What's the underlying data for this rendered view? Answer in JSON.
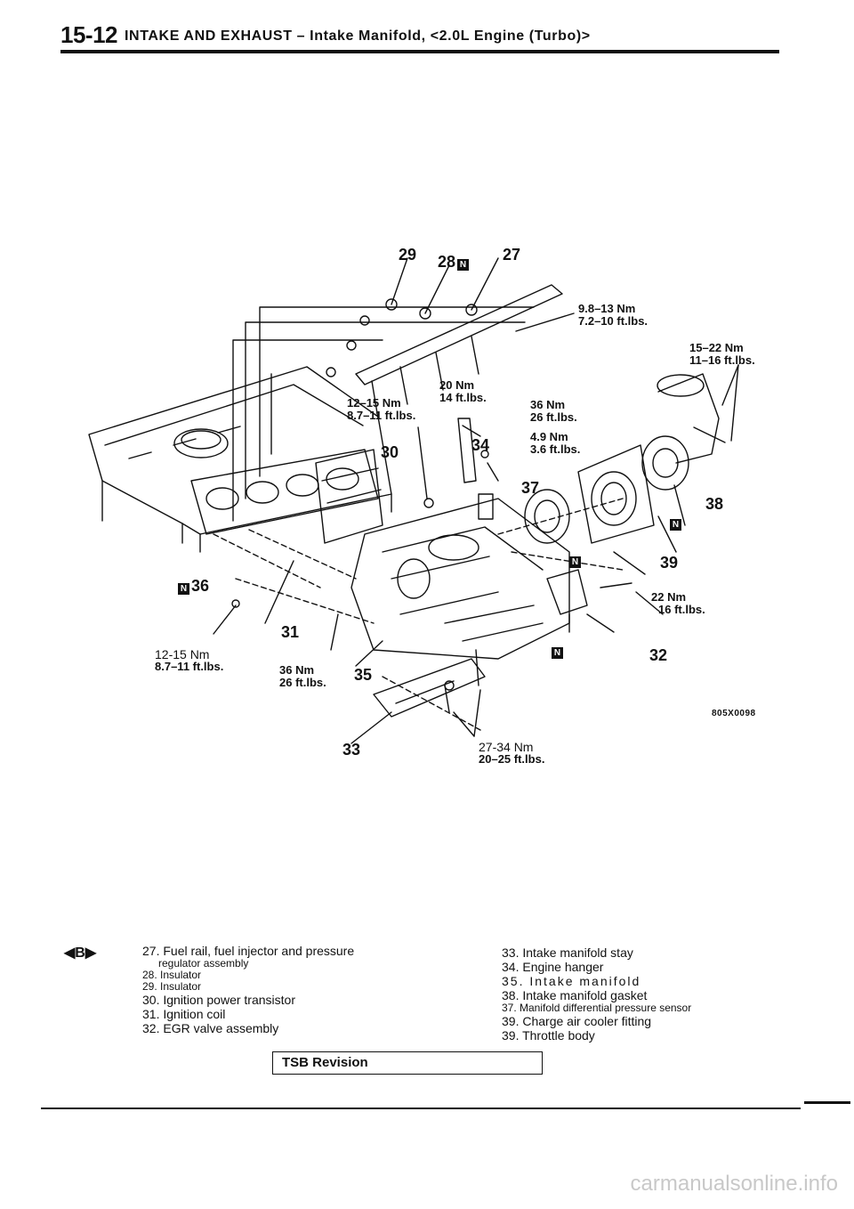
{
  "header": {
    "page_number": "15-12",
    "title": "INTAKE AND EXHAUST – Intake Manifold, <2.0L Engine (Turbo)>"
  },
  "figure": {
    "code": "805X0098",
    "callouts": {
      "c27": "27",
      "c28": "28",
      "c29": "29",
      "c30": "30",
      "c31": "31",
      "c32": "32",
      "c33": "33",
      "c34": "34",
      "c35": "35",
      "c36": "36",
      "c37": "37",
      "c38": "38",
      "c39": "39"
    },
    "new_part_mark": "N",
    "torques": {
      "t1_nm": "9.8–13 Nm",
      "t1_ft": "7.2–10 ft.lbs.",
      "t2_nm": "15–22 Nm",
      "t2_ft": "11–16 ft.lbs.",
      "t3_nm": "20 Nm",
      "t3_ft": "14 ft.lbs.",
      "t4_nm": "12–15 Nm",
      "t4_ft": "8.7–11 ft.lbs.",
      "t5_nm": "36 Nm",
      "t5_ft": "26 ft.lbs.",
      "t6_nm": "4.9 Nm",
      "t6_ft": "3.6 ft.lbs.",
      "t7_nm": "22 Nm",
      "t7_ft": "16 ft.lbs.",
      "t8_nm": "12-15 Nm",
      "t8_ft": "8.7–11 ft.lbs.",
      "t9_nm": "36 Nm",
      "t9_ft": "26 ft.lbs.",
      "t10_nm": "27-34 Nm",
      "t10_ft": "20–25 ft.lbs."
    }
  },
  "legend": {
    "left": [
      "27. Fuel rail, fuel injector and pressure",
      "regulator assembly",
      "28. Insulator",
      "29. Insulator",
      "30. Ignition power transistor",
      "31. Ignition coil",
      "32. EGR valve assembly"
    ],
    "right": [
      "33. Intake manifold stay",
      "34. Engine hanger",
      "35. Intake manifold",
      "38. Intake manifold gasket",
      "37. Manifold differential pressure sensor",
      "39. Charge air cooler fitting",
      "39. Throttle body"
    ],
    "marker": "◀B▶"
  },
  "tsb_revision": "TSB Revision",
  "watermark": "carmanualsonline.info"
}
